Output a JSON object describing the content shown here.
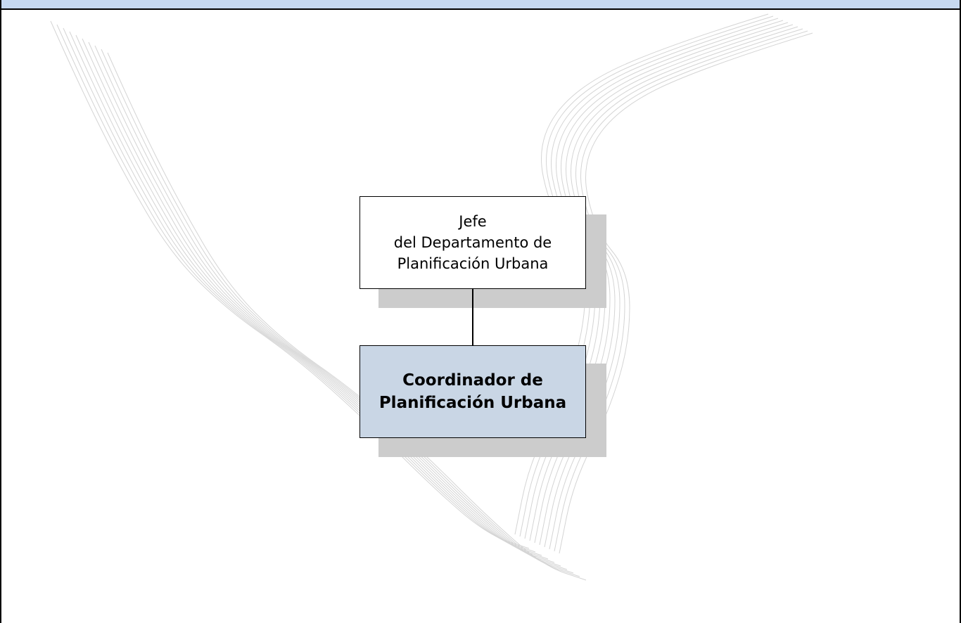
{
  "org_chart": {
    "head": {
      "lines": [
        "Jefe",
        "del Departamento de",
        "Planificación Urbana"
      ]
    },
    "subordinate": {
      "lines": [
        "Coordinador de",
        "Planificación Urbana"
      ]
    }
  },
  "colors": {
    "top_band": "#c6d9f1",
    "subordinate_fill": "#c9d6e5",
    "shadow": "#cccccc",
    "watermark_lines": "#d4d4d4"
  }
}
